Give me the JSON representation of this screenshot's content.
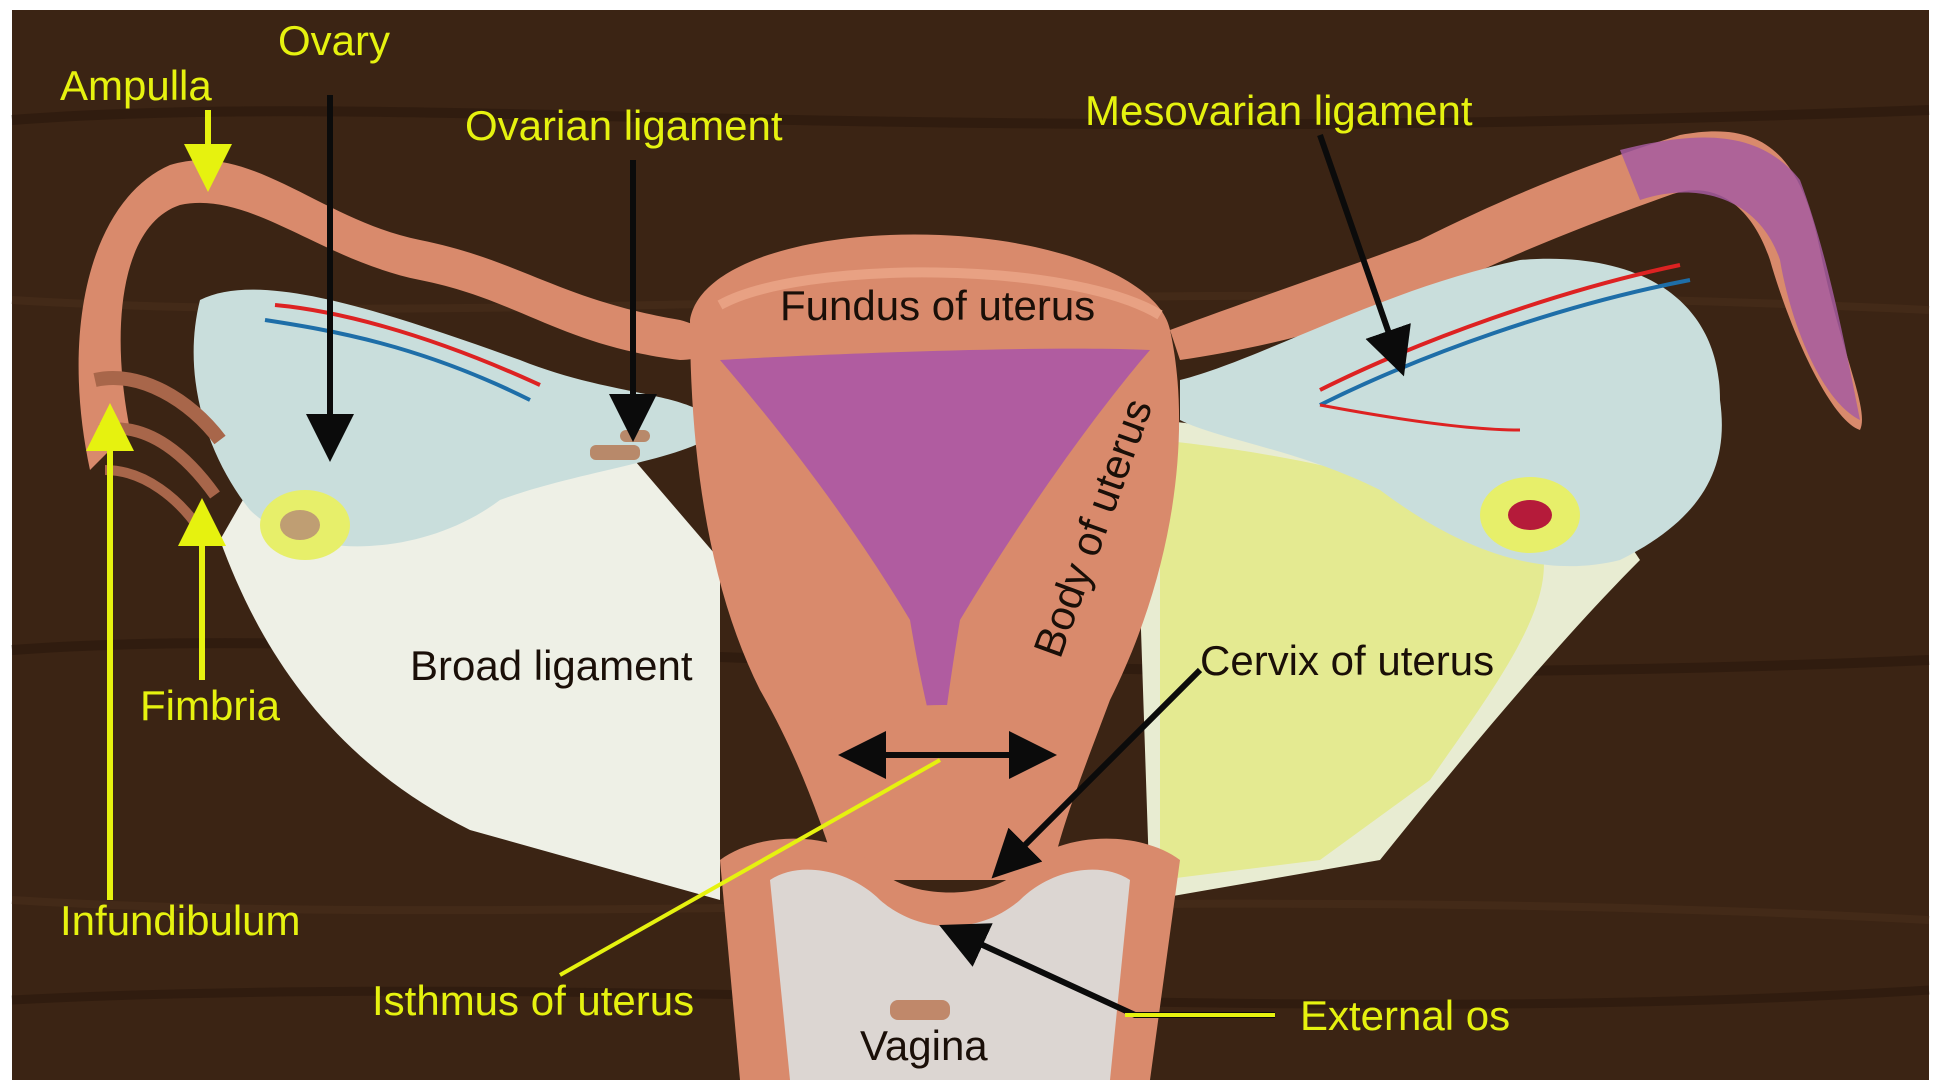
{
  "image": {
    "subject": "uterus-model",
    "colors": {
      "background_wood": "#3b2414",
      "wood_grain": "#2a180c",
      "muscle_salmon": "#d98a6c",
      "cavity_purple": "#b05ca0",
      "ligament_white": "#eef0e6",
      "fat_yellow": "#e3ea8a",
      "ovary_blue": "#c9dedc",
      "label_yellow": "#e6f20f",
      "label_dark": "#1a0f08"
    }
  },
  "labels": {
    "ovary": "Ovary",
    "ampulla": "Ampulla",
    "ovarian_ligament": "Ovarian ligament",
    "mesovarian_ligament": "Mesovarian ligament",
    "fundus": "Fundus of uterus",
    "body": "Body of uterus",
    "broad_ligament": "Broad ligament",
    "cervix": "Cervix of uterus",
    "fimbria": "Fimbria",
    "infundibulum": "Infundibulum",
    "isthmus": "Isthmus of uterus",
    "external_os": "External os",
    "vagina": "Vagina"
  }
}
